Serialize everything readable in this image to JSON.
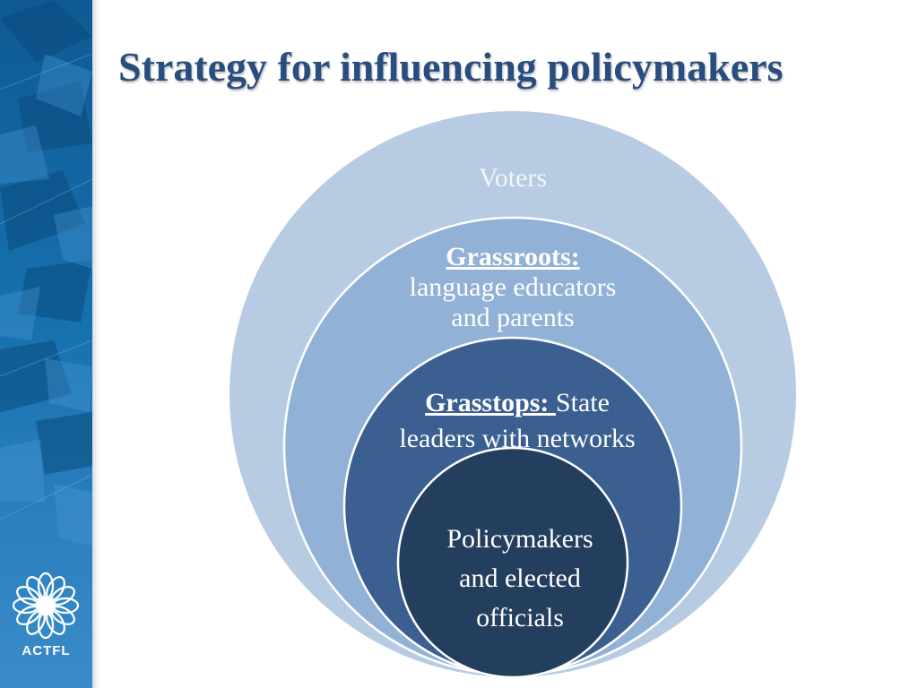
{
  "slide": {
    "title": "Strategy for influencing policymakers"
  },
  "logo": {
    "text": "ACTFL"
  },
  "diagram": {
    "rings": [
      {
        "id": "voters",
        "text": "Voters",
        "color": "#b7cbe3"
      },
      {
        "id": "grassroots",
        "heading": "Grassroots:",
        "line1": "language educators",
        "line2": "and parents",
        "color": "#92b1d6"
      },
      {
        "id": "grasstops",
        "heading": "Grasstops: ",
        "line1_rest": "State",
        "line2": "leaders with networks",
        "color": "#3a5f90"
      },
      {
        "id": "policymakers",
        "line1": "Policymakers",
        "line2": "and elected",
        "line3": "officials",
        "color": "#243e5e"
      }
    ]
  },
  "colors": {
    "title": "#2a4d7f",
    "sidebar": "#1570ae",
    "ring_stroke": "#ffffff"
  }
}
